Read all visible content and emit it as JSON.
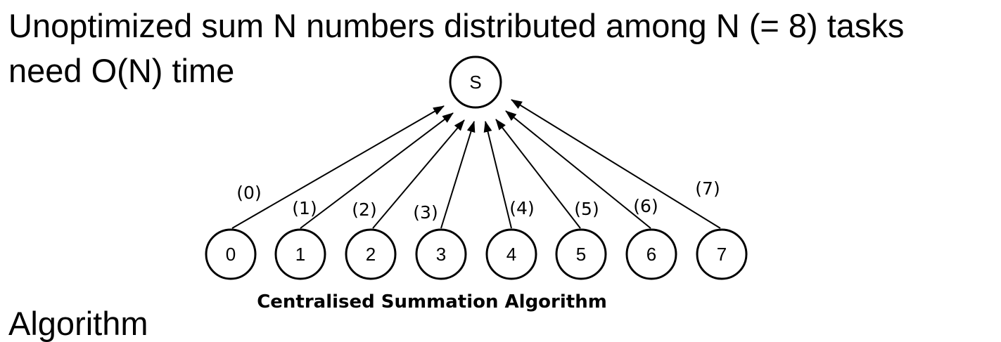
{
  "heading": {
    "line1": "Unoptimized sum N numbers distributed among N (= 8) tasks",
    "line2": "need O(N) time",
    "line3": "Algorithm"
  },
  "diagram": {
    "root_label": "S",
    "nodes": [
      {
        "label": "0",
        "edge_label": "(0)"
      },
      {
        "label": "1",
        "edge_label": "(1)"
      },
      {
        "label": "2",
        "edge_label": "(2)"
      },
      {
        "label": "3",
        "edge_label": "(3)"
      },
      {
        "label": "4",
        "edge_label": "(4)"
      },
      {
        "label": "5",
        "edge_label": "(5)"
      },
      {
        "label": "6",
        "edge_label": "(6)"
      },
      {
        "label": "7",
        "edge_label": "(7)"
      }
    ],
    "caption": "Centralised Summation Algorithm"
  }
}
